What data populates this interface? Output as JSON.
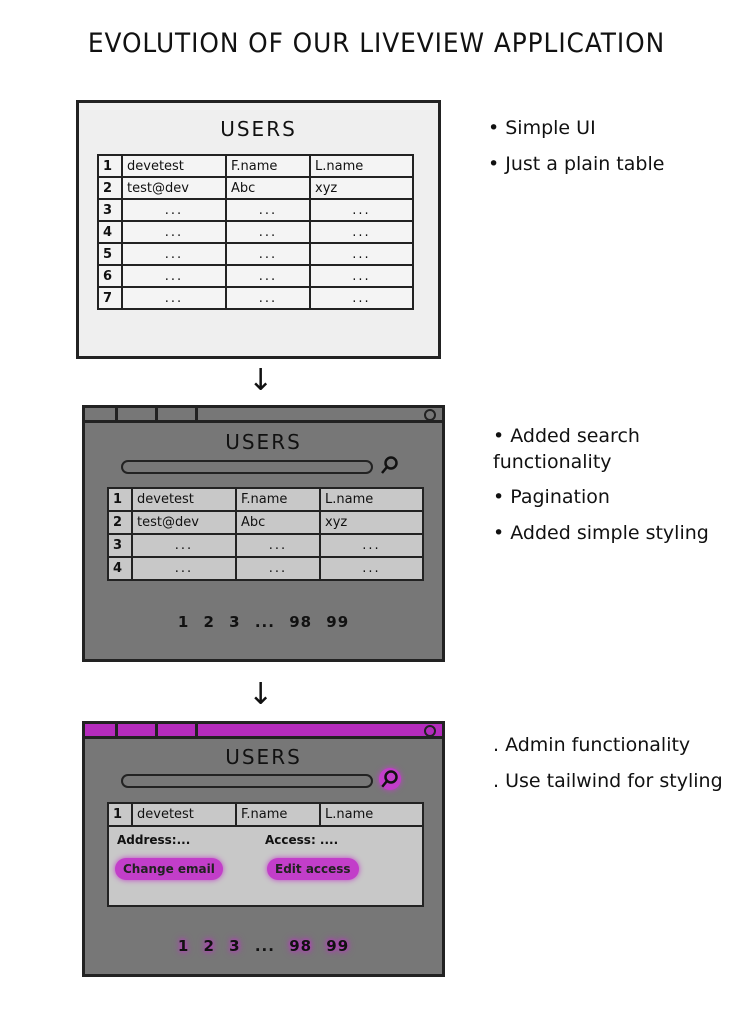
{
  "title": "EVOLUTION OF OUR LIVEVIEW APPLICATION",
  "panels": [
    {
      "heading": "USERS",
      "columns": [
        "1",
        "devetest",
        "F.name",
        "L.name"
      ],
      "rows": [
        [
          "2",
          "test@dev",
          "Abc",
          "xyz"
        ],
        [
          "3",
          "...",
          "...",
          "..."
        ],
        [
          "4",
          "...",
          "...",
          "..."
        ],
        [
          "5",
          "...",
          "...",
          "..."
        ],
        [
          "6",
          "...",
          "...",
          "..."
        ],
        [
          "7",
          "...",
          "...",
          "..."
        ]
      ]
    },
    {
      "heading": "USERS",
      "columns": [
        "1",
        "devetest",
        "F.name",
        "L.name"
      ],
      "rows": [
        [
          "2",
          "test@dev",
          "Abc",
          "xyz"
        ],
        [
          "3",
          "...",
          "...",
          "..."
        ],
        [
          "4",
          "...",
          "...",
          "..."
        ]
      ],
      "pagination": [
        "1",
        "2",
        "3",
        "...",
        "98",
        "99"
      ]
    },
    {
      "heading": "USERS",
      "columns": [
        "1",
        "devetest",
        "F.name",
        "L.name"
      ],
      "detail": {
        "address": "Address:...",
        "access": "Access: ....",
        "change_email": "Change email",
        "edit_access": "Edit access"
      },
      "pagination": [
        "1",
        "2",
        "3",
        "...",
        "98",
        "99"
      ]
    }
  ],
  "notes": [
    [
      "• Simple UI",
      "• Just a plain table"
    ],
    [
      "• Added search functionality",
      "• Pagination",
      "• Added simple styling"
    ],
    [
      ". Admin functionality",
      ". Use tailwind for styling"
    ]
  ],
  "colors": {
    "accent": "#b52bbd",
    "panel_gray": "#777777",
    "cell_gray": "#c8c8c8"
  }
}
